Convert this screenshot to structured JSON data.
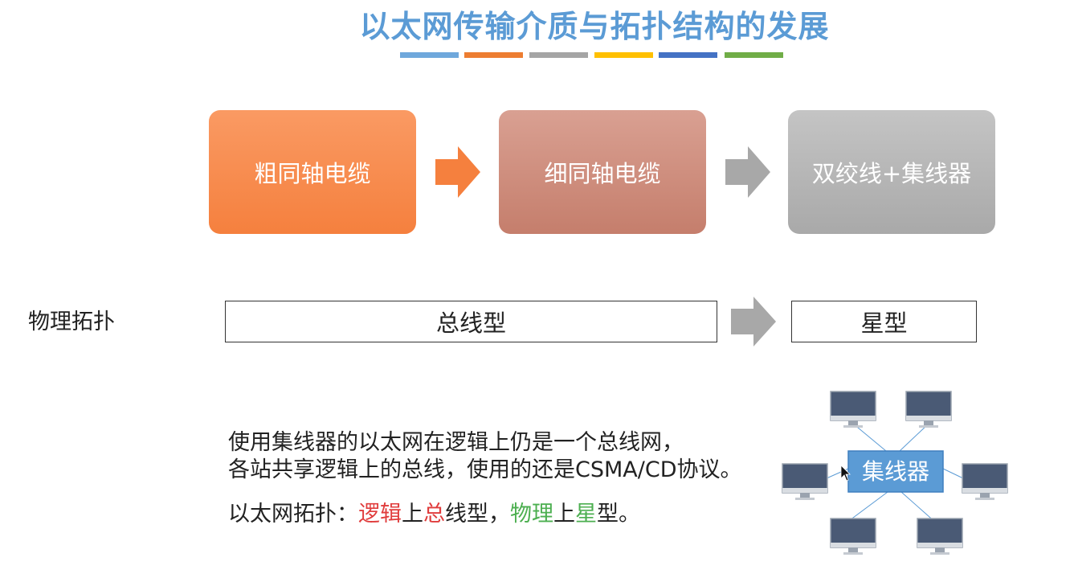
{
  "slide": {
    "title": "以太网传输介质与拓扑结构的发展",
    "color_bars": [
      "#6fa8dc",
      "#ed7d31",
      "#a5a5a5",
      "#ffc000",
      "#4472c4",
      "#70ad47"
    ],
    "media": [
      {
        "label": "粗同轴电缆",
        "color": "#f9894b"
      },
      {
        "label": "细同轴电缆",
        "color": "#d0897a"
      },
      {
        "label": "双绞线+集线器",
        "color": "#b3b3b3"
      }
    ],
    "physical_topology": {
      "label": "物理拓扑",
      "bus": "总线型",
      "star": "星型"
    },
    "description": {
      "line1": "使用集线器的以太网在逻辑上仍是一个总线网，",
      "line2": "各站共享逻辑上的总线，使用的还是CSMA/CD协议。",
      "line3_prefix": "以太网拓扑：",
      "line3_logic": "逻辑",
      "line3_up1": "上",
      "line3_zong": "总",
      "line3_bus": "线型，",
      "line3_physical": "物理",
      "line3_up2": "上",
      "line3_xing": "星",
      "line3_star": "型。"
    },
    "network": {
      "hub_label": "集线器"
    }
  }
}
